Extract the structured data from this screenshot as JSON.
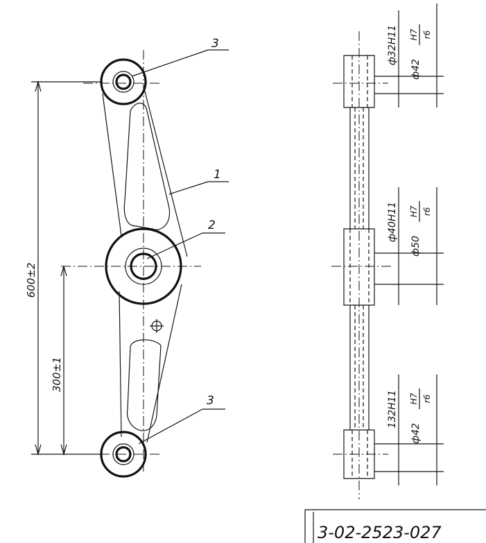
{
  "drawing": {
    "callouts": {
      "link": "1",
      "center_bushing": "2",
      "end_bushing_top": "3",
      "end_bushing_bottom": "3"
    },
    "dims_front": {
      "overall": "600±2",
      "half": "300±1"
    },
    "dims_side": {
      "top_bore": "ф32H11",
      "top_fit_dia": "ф42",
      "mid_bore": "ф40H11",
      "mid_fit_dia": "ф50",
      "bot_bore": "132H11",
      "bot_fit_dia": "ф42",
      "fit_num": "H7",
      "fit_den": "r6"
    },
    "stamp_code": "3-02-2523-027"
  }
}
